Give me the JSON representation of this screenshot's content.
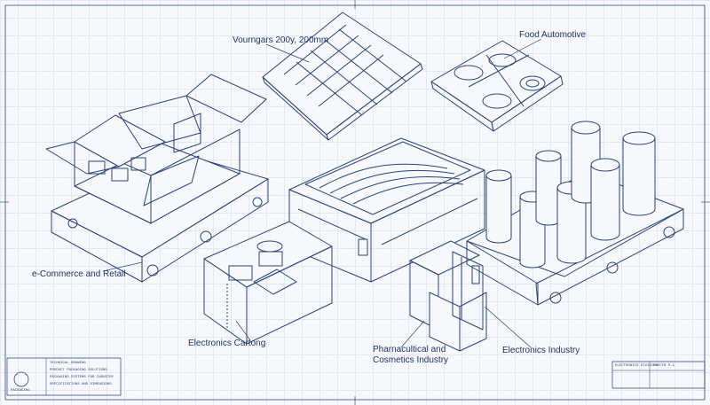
{
  "labels": {
    "food_trays": "Vourngars 200y, 200mm",
    "food_automotive": "Food Automotive",
    "ecommerce": "e-Commerce and Retail",
    "electronics_cartong": "Electronics Cartong",
    "pharma_line1": "Pharnacultical and",
    "pharma_line2": "Cosmetics Industry",
    "electronics_industry": "Electronics Industry"
  },
  "title_block_left": {
    "line1": "TECHNICAL DRAWING",
    "line2": "PRODUCT PACKAGING SOLUTIONS",
    "line3": "PACKAGING SYSTEMS FOR INDUSTRY",
    "line4": "SPECIFICATIONS AND DIMENSIONS",
    "logo_text": "PACKAGING"
  },
  "title_block_right": {
    "header": "ELECTRONICS DIVISION",
    "code": "ELECTR 0.1"
  },
  "colors": {
    "ink": "#1f3466",
    "grid": "#e3e8f0",
    "paper": "#f6f8fb"
  }
}
